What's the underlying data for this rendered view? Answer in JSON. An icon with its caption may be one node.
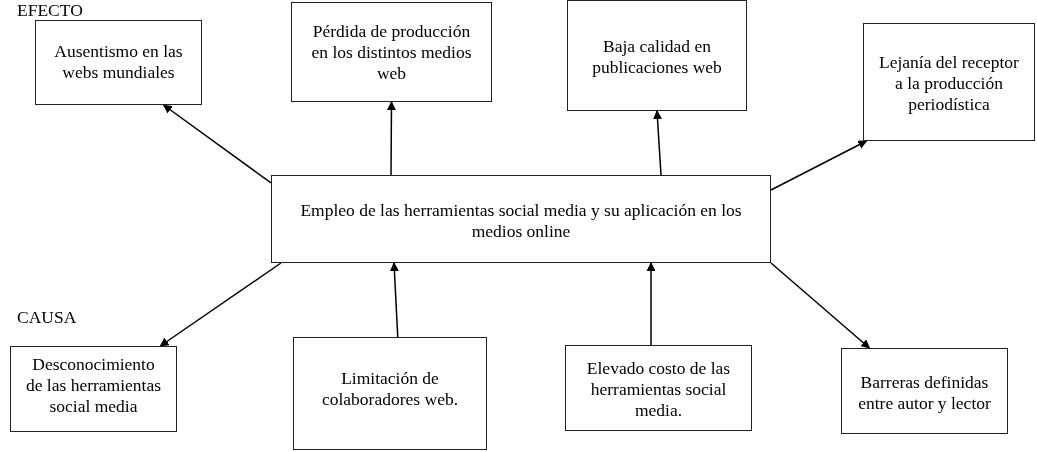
{
  "diagram": {
    "nodes": [
      {
        "text": [
          "Ausentismo en las webs mundiales"
        ]
      },
      {
        "text": [
          "Pérdida de producción en los distintos medios web"
        ]
      },
      {
        "text": [
          "Baja calidad en publicaciones web"
        ]
      },
      {
        "text": [
          "Lejanía del receptor a la producción periodística"
        ]
      },
      {
        "text": [
          "Empleo de las herramientas social media y su aplicación en los medios online"
        ]
      },
      {
        "text": [
          "Desconocimiento de las herramientas social media"
        ]
      },
      {
        "text": [
          "Limitación de colaboradores web."
        ]
      },
      {
        "text": [
          "Elevado costo de las herramientas social media."
        ]
      },
      {
        "text": [
          "Barreras definidas entre autor y lector"
        ]
      }
    ],
    "edges": [
      {
        "from": 4,
        "to": 0,
        "arrow": "to"
      },
      {
        "from": 4,
        "to": 1,
        "arrow": "to"
      },
      {
        "from": 4,
        "to": 2,
        "arrow": "to"
      },
      {
        "from": 4,
        "to": 3,
        "arrow": "to"
      },
      {
        "from": 4,
        "to": 5,
        "arrow": "to"
      },
      {
        "from": 6,
        "to": 4,
        "arrow": "to"
      },
      {
        "from": 7,
        "to": 4,
        "arrow": "to"
      },
      {
        "from": 4,
        "to": 8,
        "arrow": "to"
      }
    ],
    "labels": [
      "EFECTO",
      "CAUSA"
    ]
  }
}
